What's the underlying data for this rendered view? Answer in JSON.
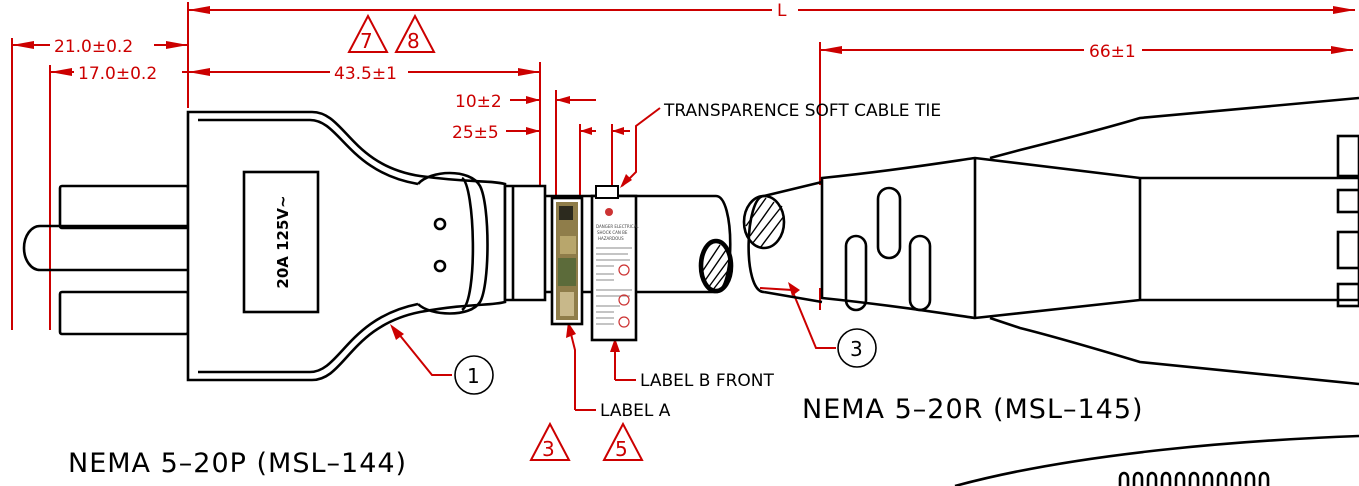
{
  "dimensions": {
    "overall_length": "L",
    "pin_length": "21.0±0.2",
    "ground_pin_length": "17.0±0.2",
    "plug_to_label": "43.5±1",
    "label_a_gap": "10±2",
    "label_b_offset": "25±5",
    "connector_length": "66±1"
  },
  "labels": {
    "cable_tie": "TRANSPARENCE SOFT CABLE TIE",
    "label_b": "LABEL B FRONT",
    "label_a": "LABEL A",
    "plug_rating": "20A 125V~",
    "plug_name": "NEMA 5–20P (MSL–144)",
    "connector_name": "NEMA 5–20R (MSL–145)",
    "label_b_heading": "DANGER ELECTRICAL SHOCK CAN BE HAZARDOUS"
  },
  "revision_marks": [
    "7",
    "8",
    "3",
    "5"
  ],
  "callouts": [
    "1",
    "3"
  ]
}
